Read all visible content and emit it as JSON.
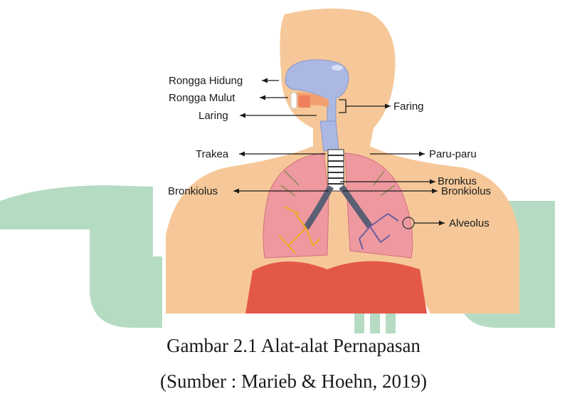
{
  "figure": {
    "labels": {
      "rongga_hidung": "Rongga Hidung",
      "rongga_mulut": "Rongga Mulut",
      "laring": "Laring",
      "faring": "Faring",
      "trakea": "Trakea",
      "paru_paru": "Paru-paru",
      "bronkus": "Bronkus",
      "bronkiolus_left": "Bronkiolus",
      "bronkiolus_right": "Bronkiolus",
      "alveolus": "Alveolus"
    }
  },
  "caption": {
    "title": "Gambar 2.1 Alat-alat Pernapasan",
    "source": "(Sumber : Marieb & Hoehn, 2019)"
  },
  "colors": {
    "watermark_green": "#b5dcc2",
    "skin": "#f6c899",
    "airway": "#aab8e3",
    "lung": "#ee98a0",
    "diaphragm": "#e4584a",
    "bronchi_yellow": "#f1a81f"
  }
}
